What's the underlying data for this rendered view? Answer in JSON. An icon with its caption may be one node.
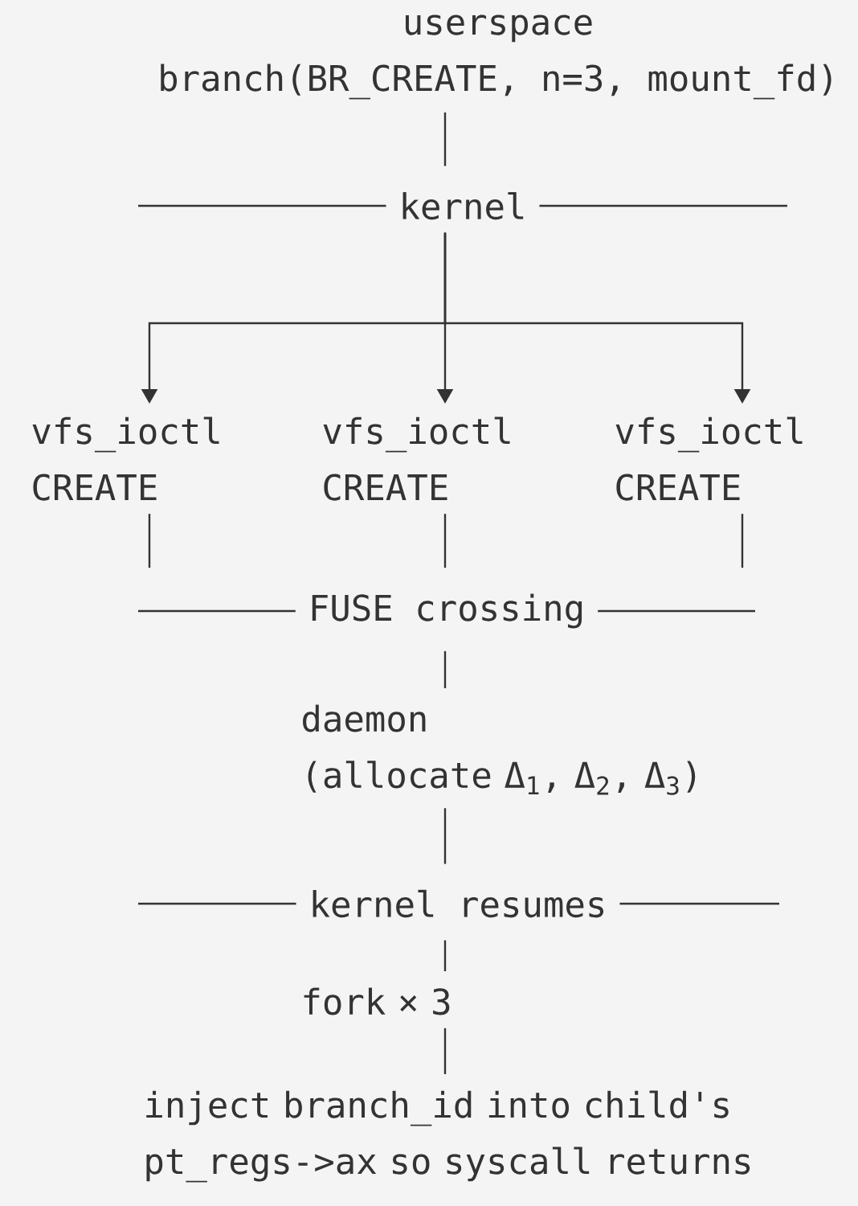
{
  "diagram": {
    "nodes": [
      {
        "text": [
          "userspace",
          "branch(BR_CREATE, n=3, mount_fd)"
        ]
      },
      {
        "text": [
          "kernel"
        ]
      },
      {
        "text": [
          "vfs_ioctl CREATE"
        ]
      },
      {
        "text": [
          "vfs_ioctl CREATE"
        ]
      },
      {
        "text": [
          "vfs_ioctl CREATE"
        ]
      },
      {
        "text": [
          "FUSE crossing"
        ]
      },
      {
        "text": [
          "daemon",
          "(allocate Δ$_{1}$, Δ$_{2}$, Δ$_{3}$)"
        ]
      },
      {
        "text": [
          "kernel resumes"
        ]
      },
      {
        "text": [
          "fork × 3"
        ]
      },
      {
        "text": [
          "inject branch_id into child's pt_regs->ax so syscall returns"
        ]
      }
    ],
    "edges": [
      {
        "from": 0,
        "to": 1,
        "arrow": "none"
      },
      {
        "from": 1,
        "to": 2,
        "arrow": "to"
      },
      {
        "from": 1,
        "to": 3,
        "arrow": "to"
      },
      {
        "from": 1,
        "to": 4,
        "arrow": "to"
      },
      {
        "from": 2,
        "to": 5,
        "arrow": "none"
      },
      {
        "from": 3,
        "to": 5,
        "arrow": "none"
      },
      {
        "from": 4,
        "to": 5,
        "arrow": "none"
      },
      {
        "from": 5,
        "to": 6,
        "arrow": "none"
      },
      {
        "from": 6,
        "to": 7,
        "arrow": "none"
      },
      {
        "from": 7,
        "to": 8,
        "arrow": "none"
      },
      {
        "from": 8,
        "to": 9,
        "arrow": "none"
      }
    ]
  }
}
